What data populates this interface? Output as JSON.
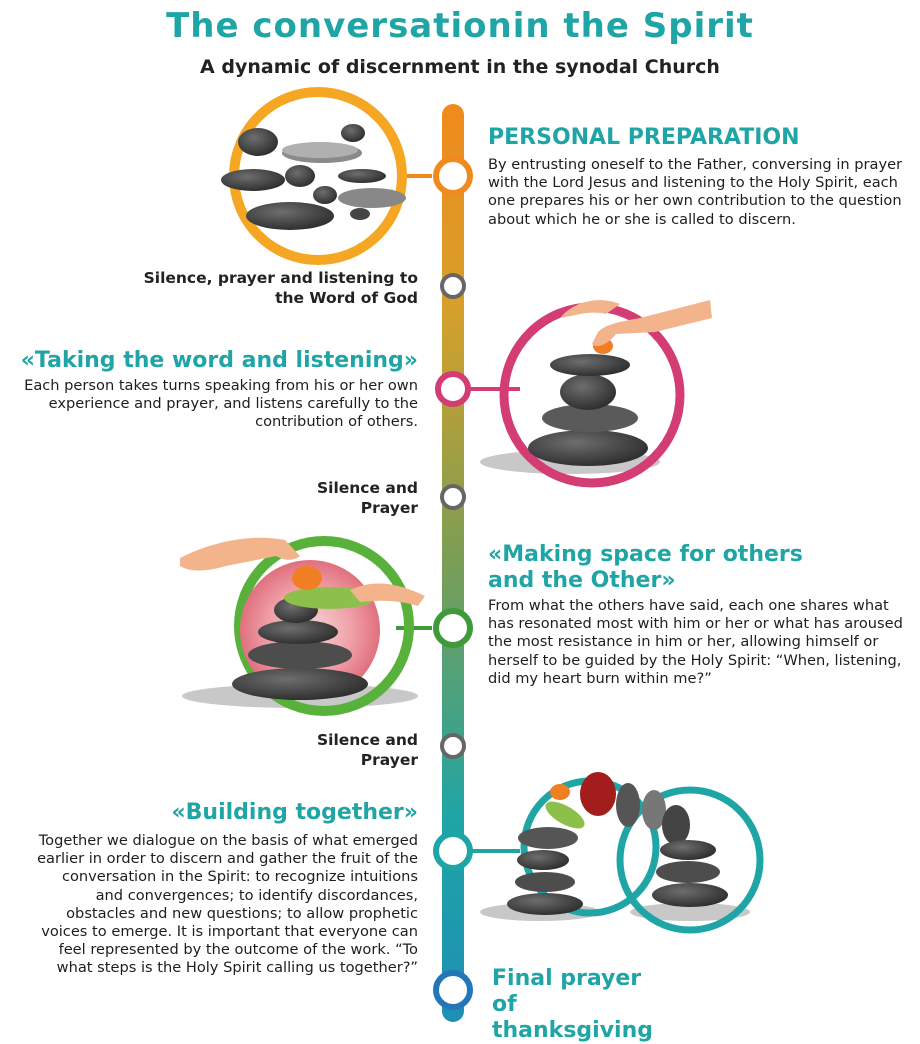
{
  "header": {
    "title": "The conversationin the Spirit",
    "subtitle": "A dynamic of discernment in the synodal Church"
  },
  "steps": [
    {
      "heading": "PERSONAL PREPARATION",
      "text": "By entrusting oneself to the Father, conversing in prayer with the Lord Jesus and listening to the Holy Spirit, each one prepares his or her own contribution to the question about which he or she is called to discern.",
      "color": "#f08a1c"
    },
    {
      "label": "Silence, prayer and listening to the Word of God"
    },
    {
      "heading": "«Taking the word and listening»",
      "text": "Each person takes turns  speaking from his or her own experience and prayer, and listens carefully to the contribution of others.",
      "color": "#d43d73"
    },
    {
      "label": "Silence and Prayer"
    },
    {
      "heading": "«Making space for others and the Other»",
      "text": "From what the others have said, each one shares what has resonated most with him or her or what has aroused the most resistance in him or her, allowing himself or herself to be guided by the Holy Spirit: “When, listening, did my heart burn within me?”",
      "color": "#3f9a3a"
    },
    {
      "label": "Silence and Prayer"
    },
    {
      "heading": "«Building together»",
      "text": "Together we dialogue on the basis of what emerged earlier in order to discern and gather the fruit of the conversation in the Spirit: to recognize intuitions and convergences; to identify discordances, obstacles and new questions; to allow prophetic voices to emerge. It is important that everyone can feel represented by the outcome of the work. “To what steps is the Holy Spirit calling us together?”",
      "color": "#1fa5a6"
    },
    {
      "heading": "Final prayer of thanksgiving",
      "color": "#2377b9"
    }
  ]
}
